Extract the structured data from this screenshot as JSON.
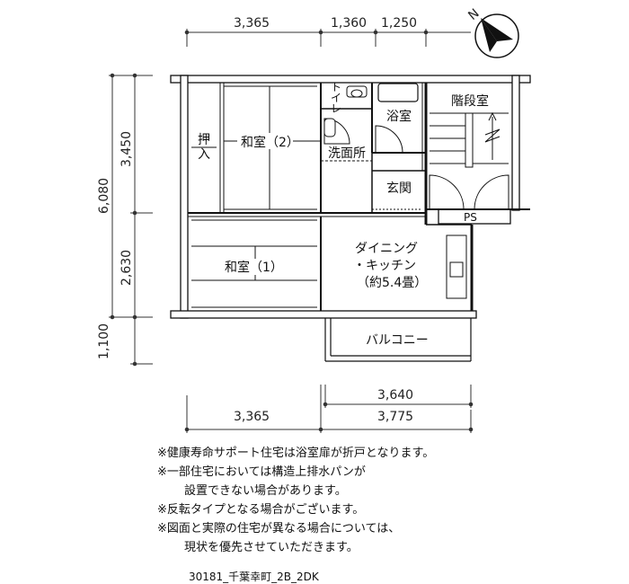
{
  "dimensions": {
    "top": [
      "3,365",
      "1,360",
      "1,250"
    ],
    "left_total": "6,080",
    "left_parts": [
      "3,450",
      "2,630",
      "1,100"
    ],
    "bottom_upper": "3,640",
    "bottom_lower": [
      "3,365",
      "3,775"
    ]
  },
  "rooms": {
    "washitsu2": "和室（2）",
    "oshiire": [
      "押",
      "入"
    ],
    "toilet": [
      "ト",
      "イ",
      "レ"
    ],
    "bath": "浴室",
    "stairs": "階段室",
    "washroom": "洗面所",
    "genkan": "玄関",
    "ps": "PS",
    "washitsu1": "和室（1）",
    "dk": [
      "ダイニング",
      "・キッチン",
      "（約5.4畳）"
    ],
    "balcony": "バルコニー"
  },
  "compass": {
    "label": "N"
  },
  "notes": [
    "※健康寿命サポート住宅は浴室扉が折戸となります。",
    "※一部住宅においては構造上排水パンが",
    "設置できない場合があります。",
    "※反転タイプとなる場合がございます。",
    "※図面と実際の住宅が異なる場合については、",
    "現状を優先させていただきます。"
  ],
  "code": "30181_千葉幸町_2B_2DK"
}
